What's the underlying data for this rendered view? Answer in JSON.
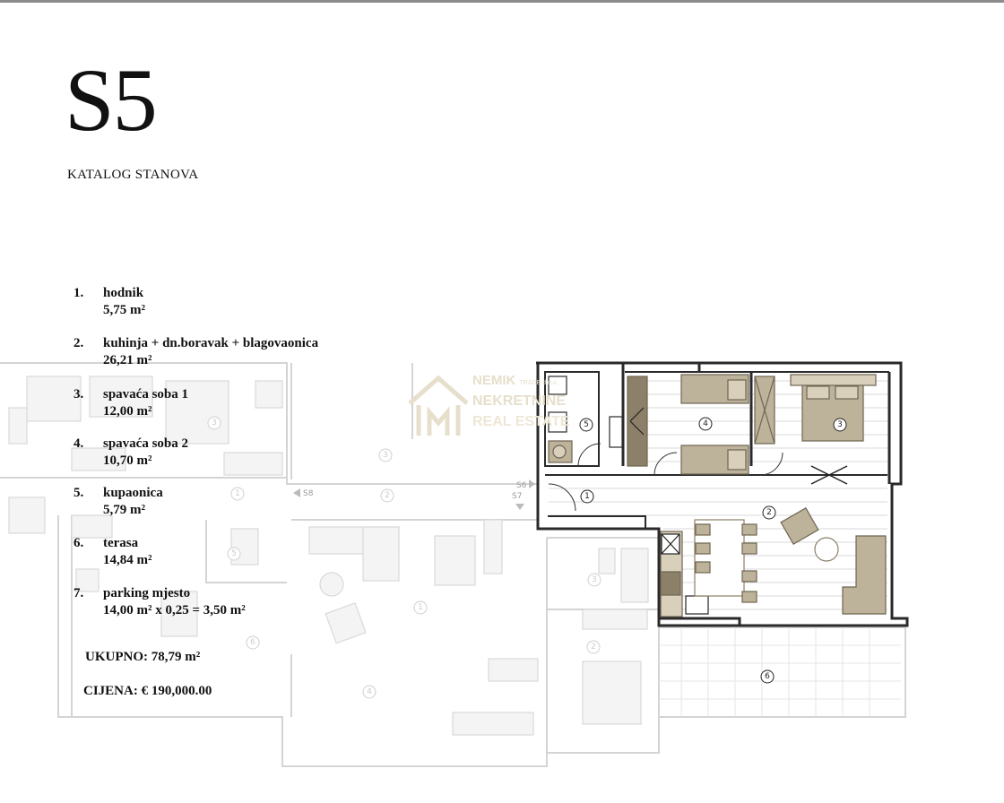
{
  "header": {
    "title": "S5",
    "subtitle": "KATALOG STANOVA"
  },
  "legend": [
    {
      "num": "1.",
      "name": "hodnik",
      "area": "5,75 m²"
    },
    {
      "num": "2.",
      "name": "kuhinja + dn.boravak + blagovaonica",
      "area": "26,21 m²"
    },
    {
      "num": "3.",
      "name": "spavaća soba 1",
      "area": "12,00 m²"
    },
    {
      "num": "4.",
      "name": "spavaća soba 2",
      "area": "10,70 m²"
    },
    {
      "num": "5.",
      "name": "kupaonica",
      "area": "5,79 m²"
    },
    {
      "num": "6.",
      "name": "terasa",
      "area": "14,84 m²"
    },
    {
      "num": "7.",
      "name": "parking mjesto",
      "area": "14,00 m² x 0,25 = 3,50 m²"
    }
  ],
  "total": "UKUPNO: 78,79 m²",
  "price": "CIJENA: € 190,000.00",
  "plan": {
    "marker_s8": "S8",
    "marker_s6": "S6",
    "marker_s7": "S7",
    "room_labels": [
      "1",
      "2",
      "3",
      "4",
      "5",
      "6"
    ]
  },
  "watermark": {
    "line1": "NEMIK",
    "line1_small": "TRADE d.o.o.",
    "line2": "NEKRETNINE",
    "line3": "REAL ESTATE"
  },
  "colors": {
    "wall": "#2a2a2a",
    "furniture": "#bdb39a",
    "furniture_dark": "#8c8068",
    "ghost": "#d6d6d6",
    "watermark": "#e6dfcc"
  }
}
